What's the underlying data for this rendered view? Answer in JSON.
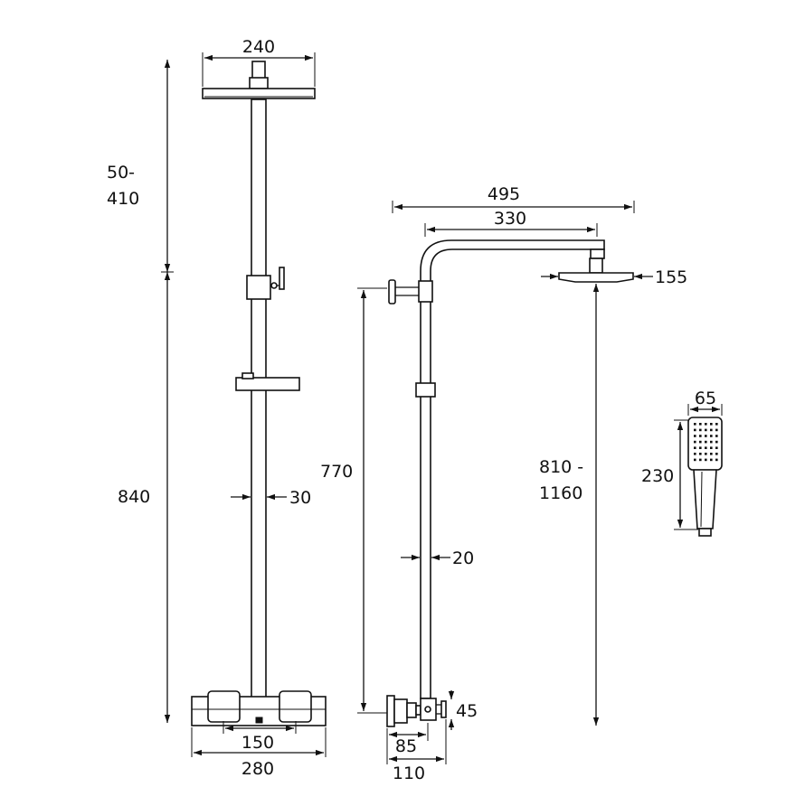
{
  "dimensions": {
    "front_head_width": "240",
    "front_riser_adjust_line1": "50-",
    "front_riser_adjust_line2": "410",
    "front_height": "840",
    "front_pipe_diameter": "30",
    "front_inlet_centres": "150",
    "front_valve_width": "280",
    "side_arm_reach": "495",
    "side_arm_length": "330",
    "side_head_depth": "155",
    "side_bracket_height": "770",
    "side_head_height_line1": "810 -",
    "side_head_height_line2": "1160",
    "side_pipe_diameter": "20",
    "side_inlet_height": "45",
    "side_projection_1": "85",
    "side_projection_2": "110",
    "handset_width": "65",
    "handset_length": "230"
  },
  "colors": {
    "line": "#111111",
    "background": "#ffffff"
  }
}
